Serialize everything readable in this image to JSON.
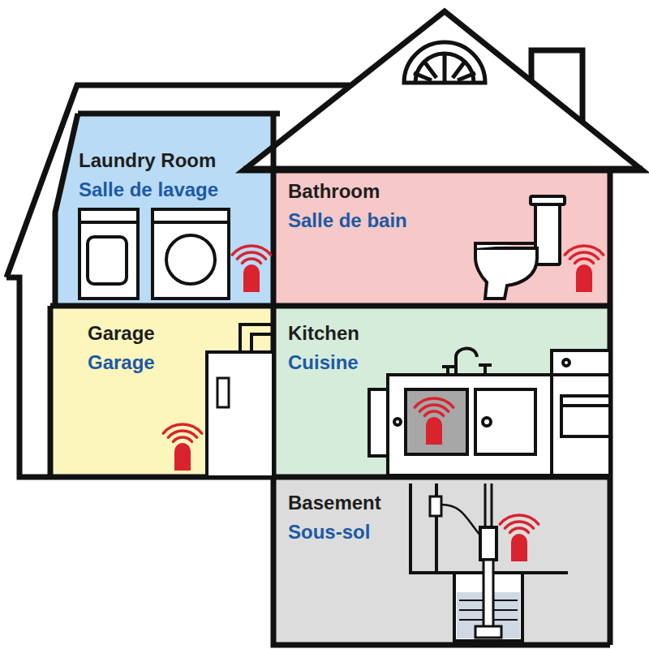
{
  "diagram": {
    "nodes": [
      {
        "text": [
          "Laundry Room",
          "Salle de lavage"
        ]
      },
      {
        "text": [
          "Bathroom",
          "Salle de bain"
        ]
      },
      {
        "text": [
          "Garage",
          "Garage"
        ]
      },
      {
        "text": [
          "Kitchen",
          "Cuisine"
        ]
      },
      {
        "text": [
          "Basement",
          "Sous-sol"
        ]
      }
    ]
  }
}
